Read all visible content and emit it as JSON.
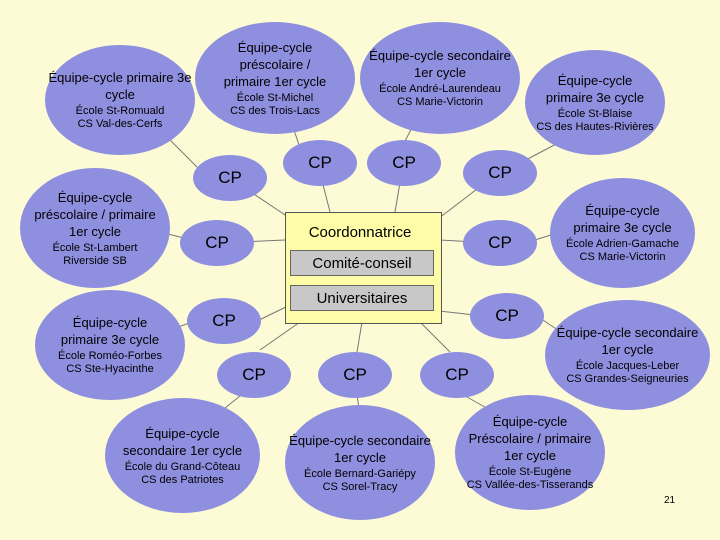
{
  "center": {
    "coordinator": "Coordonnatrice",
    "committee": "Comité-conseil",
    "universities": "Universitaires"
  },
  "cp_label": "CP",
  "nodes": [
    {
      "title": "Équipe-cycle primaire 3e cycle",
      "school": "École St-Romuald",
      "board": "CS Val-des-Cerfs"
    },
    {
      "title": "Équipe-cycle préscolaire / primaire 1er cycle",
      "school": "École St-Michel",
      "board": "CS des Trois-Lacs"
    },
    {
      "title": "Équipe-cycle secondaire 1er cycle",
      "school": "École André-Laurendeau",
      "board": "CS Marie-Victorin"
    },
    {
      "title": "Équipe-cycle primaire 3e cycle",
      "school": "École St-Blaise",
      "board": "CS des Hautes-Rivières"
    },
    {
      "title": "Équipe-cycle préscolaire / primaire 1er cycle",
      "school": "École St-Lambert",
      "board": "Riverside SB"
    },
    {
      "title": "Équipe-cycle primaire 3e cycle",
      "school": "École Adrien-Gamache",
      "board": "CS Marie-Victorin"
    },
    {
      "title": "Équipe-cycle primaire 3e cycle",
      "school": "École Roméo-Forbes",
      "board": "CS Ste-Hyacinthe"
    },
    {
      "title": "Équipe-cycle secondaire 1er cycle",
      "school": "École Jacques-Leber",
      "board": "CS Grandes-Seigneuries"
    },
    {
      "title": "Équipe-cycle secondaire 1er cycle",
      "school": "École du Grand-Côteau",
      "board": "CS des Patriotes"
    },
    {
      "title": "Équipe-cycle secondaire 1er cycle",
      "school": "École Bernard-Gariépy",
      "board": "CS Sorel-Tracy"
    },
    {
      "title": "Équipe-cycle Préscolaire / primaire 1er cycle",
      "school": "École St-Eugène",
      "board": "CS Vallée-des-Tisserands"
    }
  ],
  "page_number": "21"
}
